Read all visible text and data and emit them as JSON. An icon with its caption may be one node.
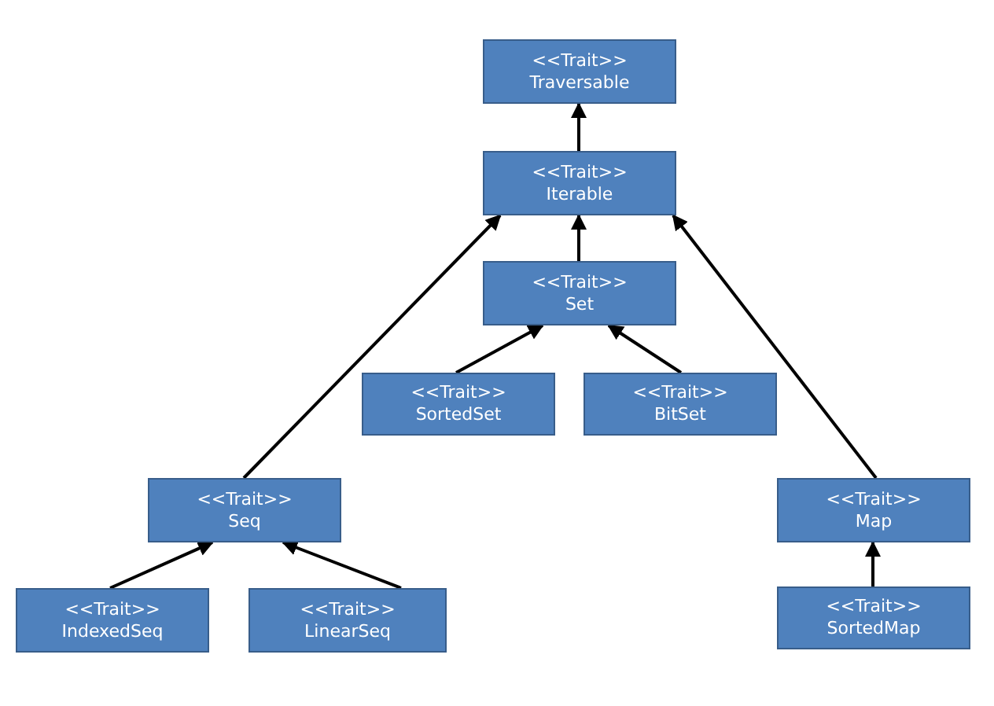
{
  "diagram": {
    "nodes": [
      {
        "text": [
          "<<Trait>>",
          "Traversable"
        ]
      },
      {
        "text": [
          "<<Trait>>",
          "Iterable"
        ]
      },
      {
        "text": [
          "<<Trait>>",
          "Set"
        ]
      },
      {
        "text": [
          "<<Trait>>",
          "SortedSet"
        ]
      },
      {
        "text": [
          "<<Trait>>",
          "BitSet"
        ]
      },
      {
        "text": [
          "<<Trait>>",
          "Seq"
        ]
      },
      {
        "text": [
          "<<Trait>>",
          "IndexedSeq"
        ]
      },
      {
        "text": [
          "<<Trait>>",
          "LinearSeq"
        ]
      },
      {
        "text": [
          "<<Trait>>",
          "Map"
        ]
      },
      {
        "text": [
          "<<Trait>>",
          "SortedMap"
        ]
      }
    ],
    "edges": [
      {
        "from": 1,
        "to": 0,
        "arrow": "to"
      },
      {
        "from": 2,
        "to": 1,
        "arrow": "to"
      },
      {
        "from": 3,
        "to": 2,
        "arrow": "to"
      },
      {
        "from": 4,
        "to": 2,
        "arrow": "to"
      },
      {
        "from": 5,
        "to": 1,
        "arrow": "to"
      },
      {
        "from": 8,
        "to": 1,
        "arrow": "to"
      },
      {
        "from": 6,
        "to": 5,
        "arrow": "to"
      },
      {
        "from": 7,
        "to": 5,
        "arrow": "to"
      },
      {
        "from": 9,
        "to": 8,
        "arrow": "to"
      }
    ]
  }
}
